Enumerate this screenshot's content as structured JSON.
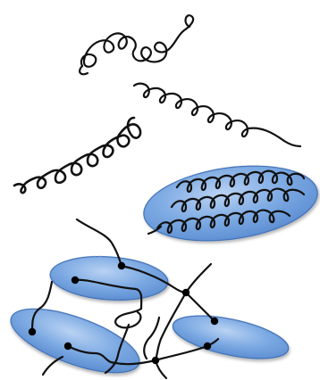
{
  "figure": {
    "panels": [
      "random-coil-polymer",
      "helical-polymer",
      "crystallized-helical-polymer",
      "cross-linked-polymer-network"
    ],
    "colors": {
      "stroke": "#111111",
      "blob_fill": "#6f9fdc",
      "blob_fill_light": "#a8c6ee",
      "blob_edge": "#3f6fb5",
      "node": "#000000"
    }
  }
}
